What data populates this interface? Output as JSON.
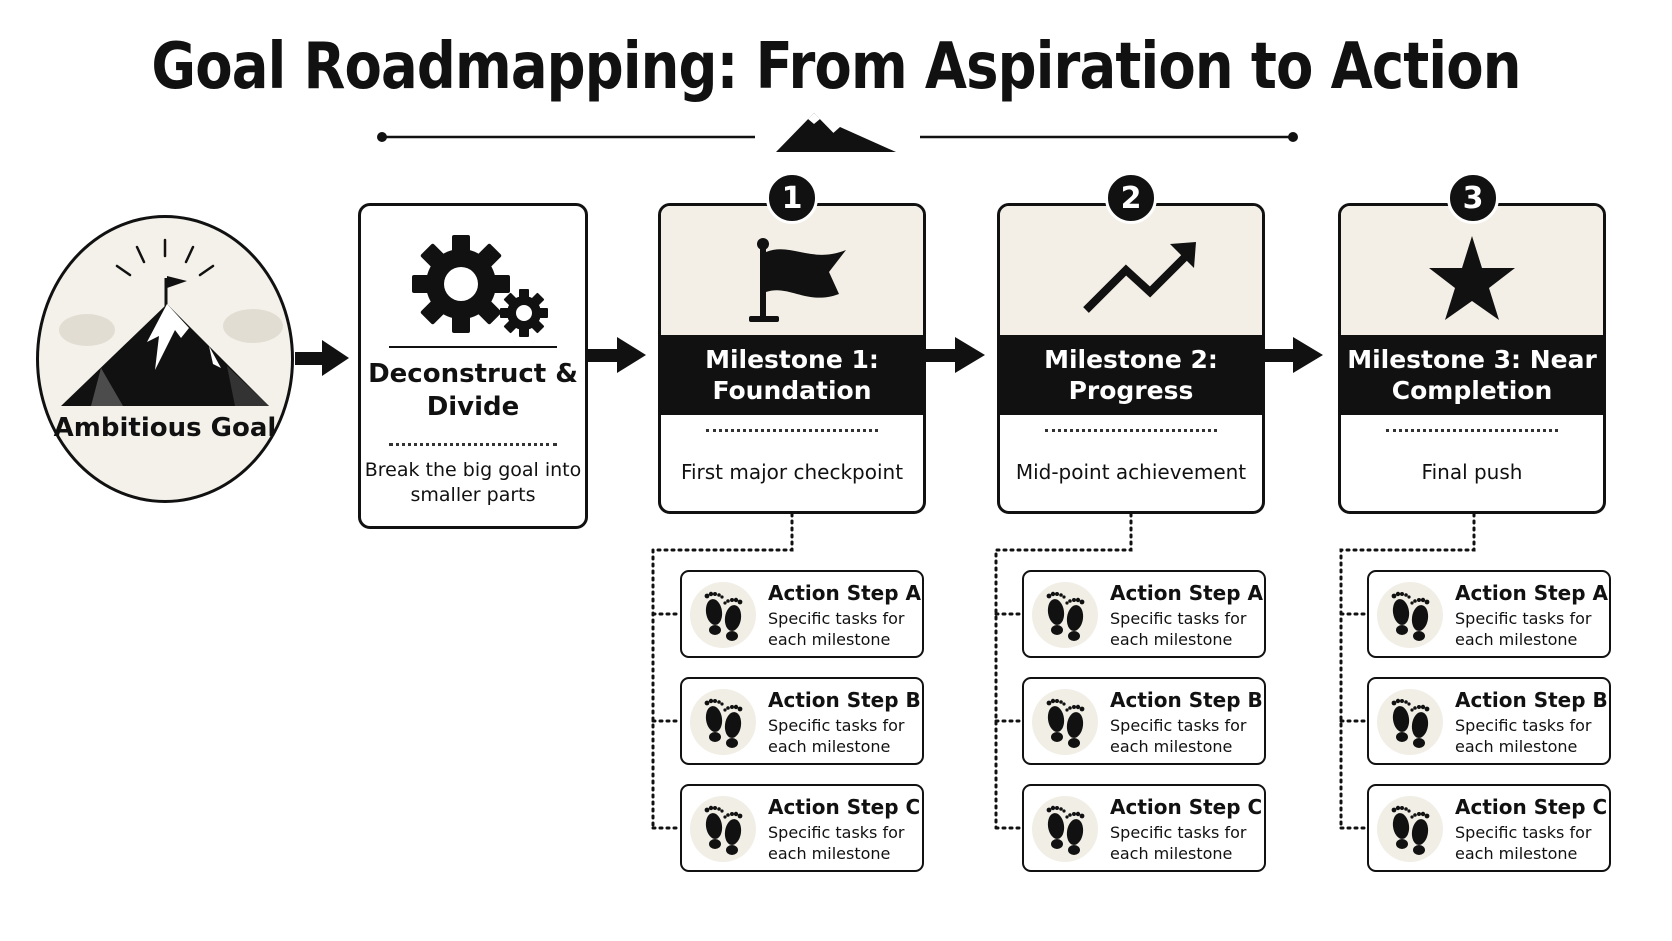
{
  "title": "Goal Roadmapping: From Aspiration to Action",
  "goal": {
    "label": "Ambitious Goal",
    "icon": "mountain-flag-icon"
  },
  "deconstruct": {
    "title": "Deconstruct & Divide",
    "description": "Break the big goal into smaller parts",
    "icon": "gears-icon"
  },
  "milestones": [
    {
      "number": "1",
      "title": "Milestone 1: Foundation",
      "description": "First major checkpoint",
      "icon": "flag-icon",
      "steps": [
        {
          "title": "Action Step A",
          "description": "Specific tasks for each milestone"
        },
        {
          "title": "Action Step B",
          "description": "Specific tasks for each milestone"
        },
        {
          "title": "Action Step C",
          "description": "Specific tasks for each milestone"
        }
      ]
    },
    {
      "number": "2",
      "title": "Milestone 2: Progress",
      "description": "Mid-point achievement",
      "icon": "trend-up-icon",
      "steps": [
        {
          "title": "Action Step A",
          "description": "Specific tasks for each milestone"
        },
        {
          "title": "Action Step B",
          "description": "Specific tasks for each milestone"
        },
        {
          "title": "Action Step C",
          "description": "Specific tasks for each milestone"
        }
      ]
    },
    {
      "number": "3",
      "title": "Milestone 3: Near Completion",
      "description": "Final push",
      "icon": "star-icon",
      "steps": [
        {
          "title": "Action Step A",
          "description": "Specific tasks for each milestone"
        },
        {
          "title": "Action Step B",
          "description": "Specific tasks for each milestone"
        },
        {
          "title": "Action Step C",
          "description": "Specific tasks for each milestone"
        }
      ]
    }
  ],
  "step_icon": "footprints-icon",
  "colors": {
    "ink": "#111111",
    "panel": "#f3efe6",
    "background": "#ffffff"
  }
}
